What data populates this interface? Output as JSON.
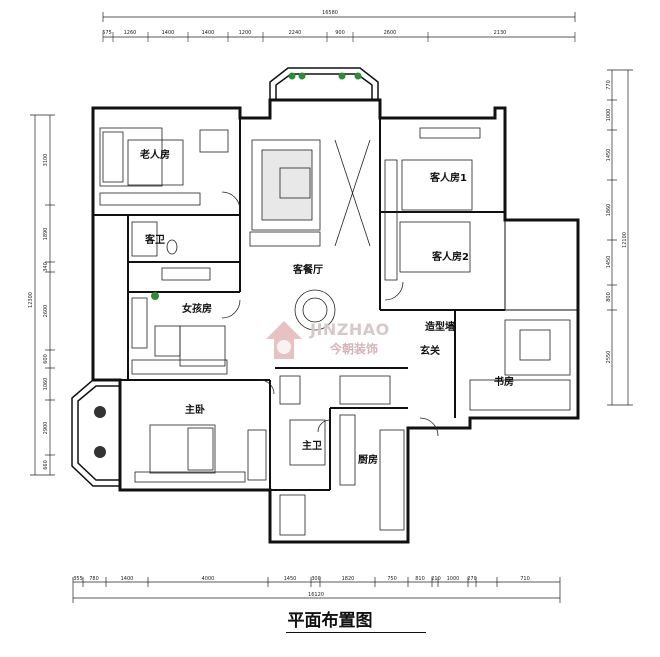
{
  "title": "平面布置图",
  "watermark": {
    "brand_en": "JINZHAO",
    "brand_cn": "今朝装饰",
    "color": "#c97b7b"
  },
  "dimensions": {
    "top_total": "16580",
    "top": [
      "575",
      "1260",
      "1400",
      "1400",
      "1200",
      "2240",
      "900",
      "2600",
      "2130"
    ],
    "bottom_total": "16120",
    "bottom": [
      "355",
      "780",
      "1400",
      "4000",
      "1450",
      "300",
      "1820",
      "750",
      "810",
      "210",
      "1000",
      "270",
      "710"
    ],
    "left_total": "12300",
    "left": [
      "3100",
      "1890",
      "340",
      "2600",
      "600",
      "1060",
      "2900",
      "660"
    ],
    "right_total": "12100",
    "right": [
      "770",
      "1000",
      "1450",
      "1860",
      "1450",
      "800",
      "2550"
    ]
  },
  "rooms": {
    "elder_room": "老人房",
    "guest_bath": "客卫",
    "girl_room": "女孩房",
    "master_bedroom": "主卧",
    "master_bath": "主卫",
    "living_dining": "客餐厅",
    "guest_room_1": "客人房1",
    "guest_room_2": "客人房2",
    "feature_wall": "造型墙",
    "entrance": "玄关",
    "study": "书房",
    "kitchen": "厨房"
  }
}
